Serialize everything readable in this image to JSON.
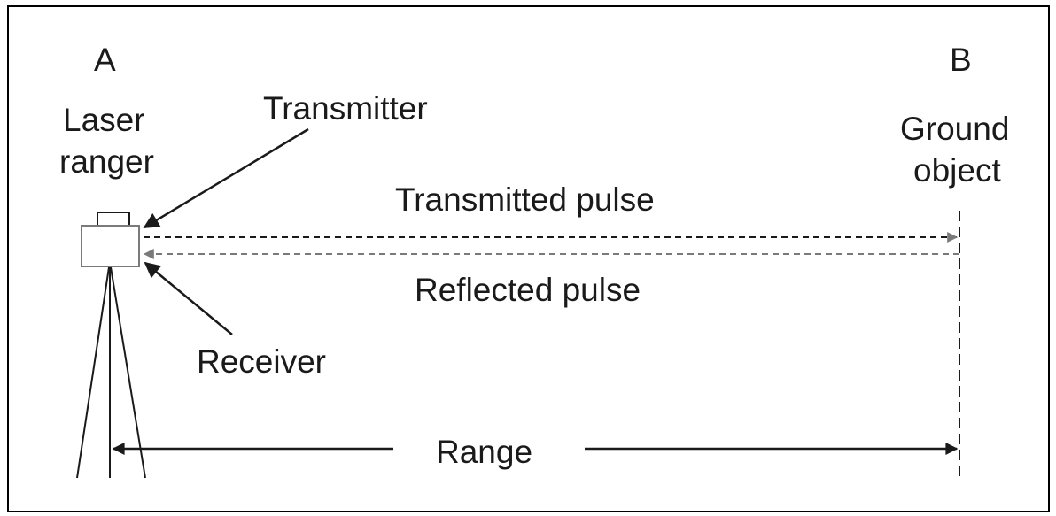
{
  "labels": {
    "point_a": "A",
    "point_b": "B",
    "laser_ranger_line1": "Laser",
    "laser_ranger_line2": "ranger",
    "transmitter": "Transmitter",
    "receiver": "Receiver",
    "ground_object_line1": "Ground",
    "ground_object_line2": "object",
    "transmitted_pulse": "Transmitted pulse",
    "reflected_pulse": "Reflected pulse",
    "range": "Range"
  },
  "colors": {
    "line": "#1a1a1a",
    "instrument_outline": "#7a7a7a",
    "reflected_line": "#7a7a7a",
    "border": "#000000"
  }
}
